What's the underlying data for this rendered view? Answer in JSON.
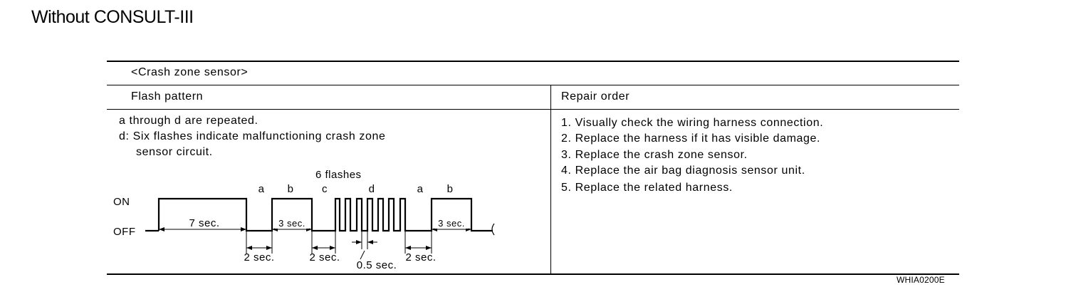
{
  "heading": "Without CONSULT-III",
  "table": {
    "section_title": "<Crash zone sensor>",
    "col_flash_header": "Flash pattern",
    "col_repair_header": "Repair order",
    "flash_desc": [
      "a through d are repeated.",
      "d: Six flashes indicate malfunctioning crash zone",
      "sensor circuit."
    ],
    "repair_steps": [
      "1. Visually check the wiring harness connection.",
      "2. Replace the harness if it has visible damage.",
      "3. Replace the crash zone sensor.",
      "4. Replace the air bag diagnosis sensor unit.",
      "5. Replace the related harness."
    ]
  },
  "diagram": {
    "flashes_label": "6 flashes",
    "on_label": "ON",
    "off_label": "OFF",
    "letters": [
      "a",
      "b",
      "c",
      "d",
      "a",
      "b"
    ],
    "dim_7": "7 sec.",
    "dim_3": "3 sec.",
    "dim_3b": "3 sec.",
    "dim_2a": "2 sec.",
    "dim_2b": "2 sec.",
    "dim_2c": "2 sec.",
    "dim_05": "0.5 sec."
  },
  "footer_code": "WHIA0200E"
}
